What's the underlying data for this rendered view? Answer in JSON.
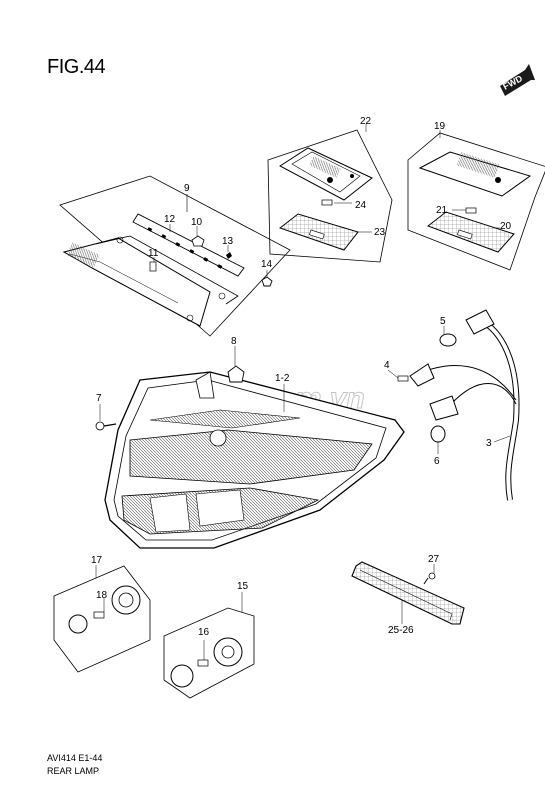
{
  "figure": {
    "title": "FIG.44",
    "fwd_label": "FWD",
    "code": "AVI414 E1-44",
    "name": "REAR LAMP"
  },
  "watermark": "S-parts.com.vn",
  "callouts": {
    "c1_2": "1-2",
    "c3": "3",
    "c4": "4",
    "c5": "5",
    "c6": "6",
    "c7": "7",
    "c8": "8",
    "c9": "9",
    "c10": "10",
    "c11": "11",
    "c12": "12",
    "c13": "13",
    "c14": "14",
    "c15": "15",
    "c16": "16",
    "c17": "17",
    "c18": "18",
    "c19": "19",
    "c20": "20",
    "c21": "21",
    "c22": "22",
    "c23": "23",
    "c24": "24",
    "c25_26": "25-26",
    "c27": "27"
  }
}
